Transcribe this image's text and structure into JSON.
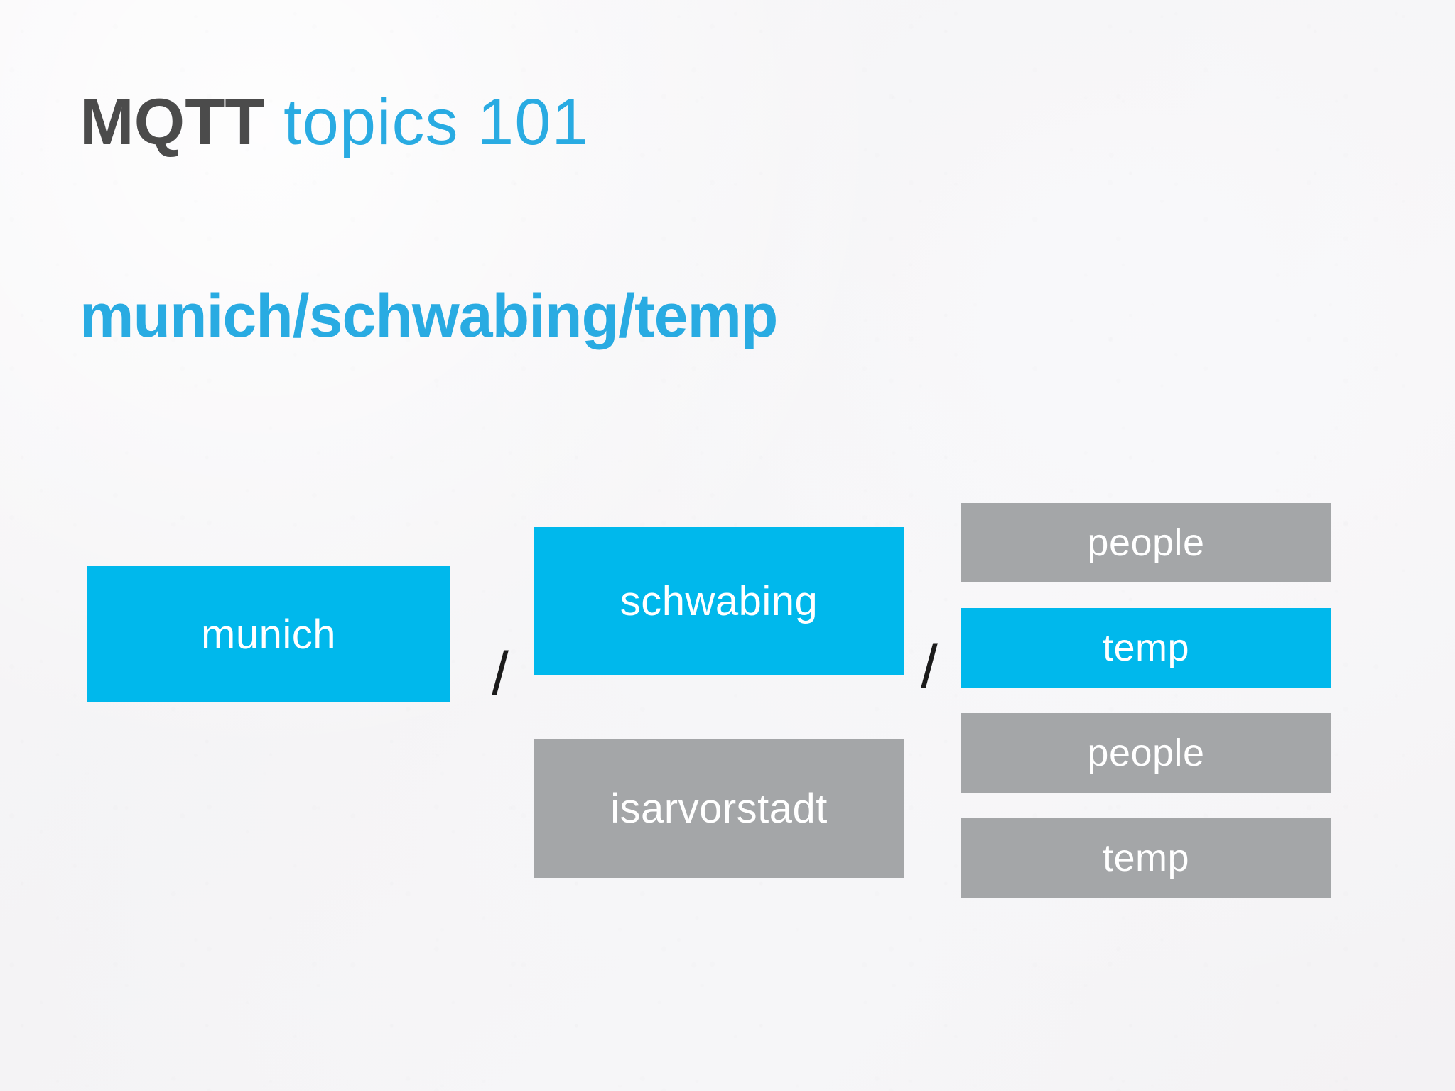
{
  "slide": {
    "title": {
      "brand": "MQTT",
      "rest": " topics 101"
    },
    "topic_string": "munich/schwabing/temp",
    "separator": "/",
    "colors": {
      "background": "#f5f4f6",
      "brand_dark": "#4b4b4b",
      "accent_cyan": "#29abe2",
      "node_cyan": "#00b8ec",
      "node_gray": "#a4a6a8",
      "node_text": "#ffffff",
      "separator": "#1b1b1b"
    }
  },
  "diagram": {
    "level1": [
      {
        "label": "munich",
        "state": "active"
      }
    ],
    "separator_1": "/",
    "level2": [
      {
        "label": "schwabing",
        "state": "active"
      },
      {
        "label": "isarvorstadt",
        "state": "inactive"
      }
    ],
    "separator_2": "/",
    "level3": [
      {
        "label": "people",
        "state": "inactive"
      },
      {
        "label": "temp",
        "state": "active"
      },
      {
        "label": "people",
        "state": "inactive"
      },
      {
        "label": "temp",
        "state": "inactive"
      }
    ]
  }
}
